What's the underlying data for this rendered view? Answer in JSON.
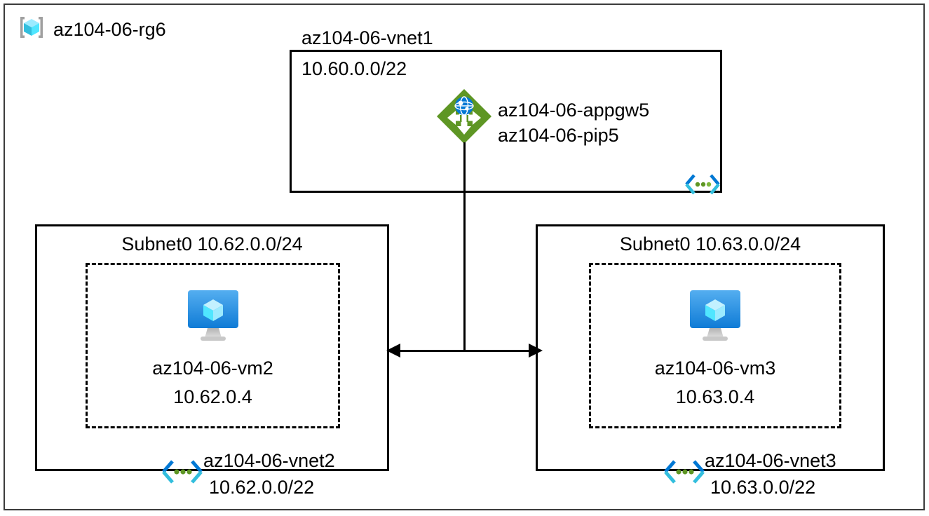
{
  "diagram": {
    "resource_group": {
      "name": "az104-06-rg6",
      "icon": "resource-group-icon"
    },
    "vnet1": {
      "title": "az104-06-vnet1",
      "address_space": "10.60.0.0/22",
      "vnet_icon": "virtual-network-icon",
      "appgw": {
        "icon": "application-gateway-icon",
        "name": "az104-06-appgw5",
        "public_ip": "az104-06-pip5"
      }
    },
    "vnet2": {
      "subnet_label": "Subnet0 10.62.0.0/24",
      "vm": {
        "icon": "virtual-machine-icon",
        "name": "az104-06-vm2",
        "ip": "10.62.0.4"
      },
      "vnet_icon": "virtual-network-icon",
      "name": "az104-06-vnet2",
      "address_space": "10.62.0.0/22"
    },
    "vnet3": {
      "subnet_label": "Subnet0 10.63.0.0/24",
      "vm": {
        "icon": "virtual-machine-icon",
        "name": "az104-06-vm3",
        "ip": "10.63.0.4"
      },
      "vnet_icon": "virtual-network-icon",
      "name": "az104-06-vnet3",
      "address_space": "10.63.0.0/22"
    },
    "connectors": {
      "peering_arrow": "bidirectional-arrow",
      "gateway_link": "vertical-line"
    },
    "colors": {
      "appgw_green": "#5E9624",
      "appgw_globe_blue": "#0078D4",
      "vm_screen_blue": "#1B93EB",
      "cube_cyan": "#50E6FF",
      "vnet_icon_blue": "#0078D4",
      "vnet_icon_cyan": "#32BEDD",
      "vnet_icon_dot_green": "#5E9624",
      "frame_gray": "#3B3B3B",
      "rg_bracket_gray": "#A0A0A0"
    }
  }
}
